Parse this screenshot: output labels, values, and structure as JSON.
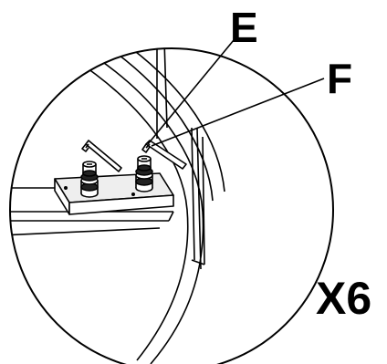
{
  "labels": {
    "part_e": "E",
    "part_f": "F",
    "quantity": "X6"
  },
  "colors": {
    "ink": "#000000",
    "paper": "#ffffff",
    "panel_fill": "#eeeeee"
  }
}
